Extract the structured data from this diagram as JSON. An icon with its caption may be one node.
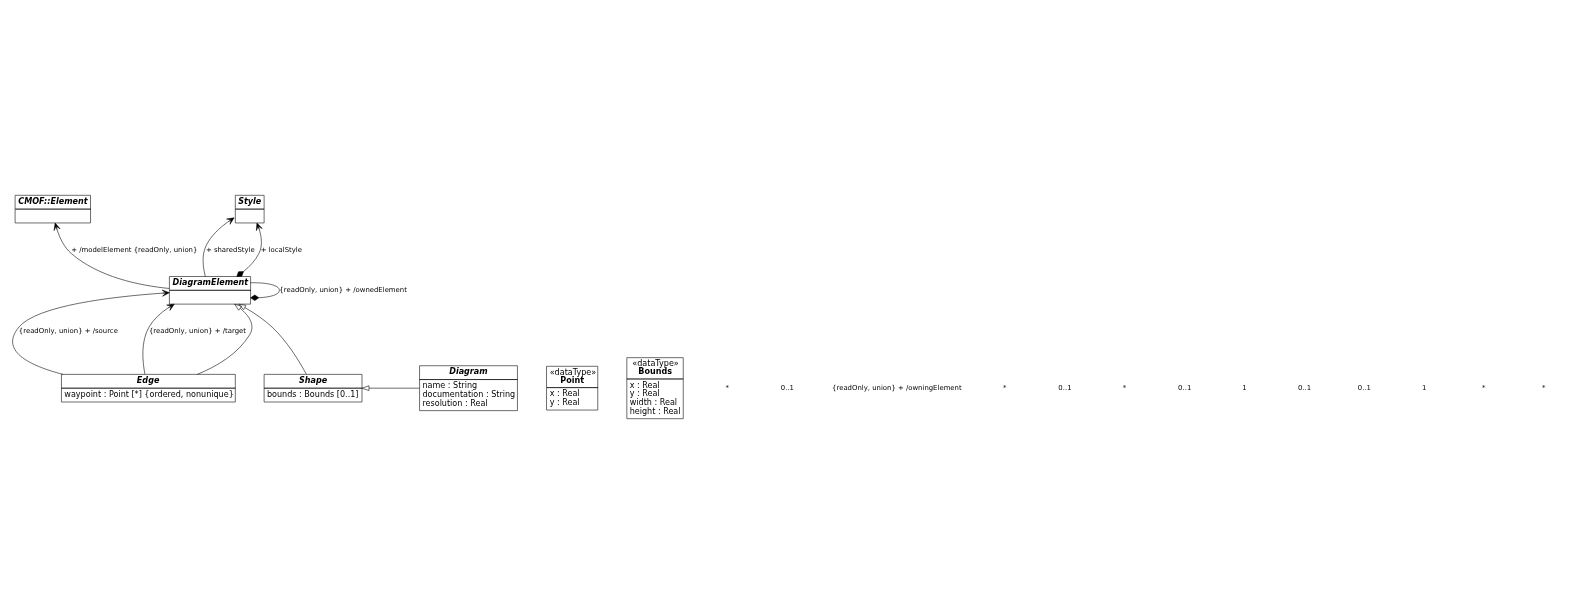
{
  "diagram": {
    "nodes": [
      {
        "text": [
          "DiagramElement"
        ]
      },
      {
        "text": [
          "CMOF::Element"
        ]
      },
      {
        "text": [
          "«dataType»",
          "Point",
          "x : Real",
          "y : Real"
        ]
      },
      {
        "text": [
          "Style"
        ]
      },
      {
        "text": [
          "«dataType»",
          "Bounds",
          "x : Real",
          "y : Real",
          "width : Real",
          "height : Real"
        ]
      },
      {
        "text": [
          "Edge",
          "waypoint : Point [*] {ordered, nonunique}"
        ]
      },
      {
        "text": [
          "Shape",
          "bounds : Bounds [0..1]"
        ]
      },
      {
        "text": [
          "Diagram",
          "name : String",
          "documentation : String",
          "resolution : Real"
        ]
      }
    ],
    "edges": [
      {
        "from": 0,
        "to": 0,
        "arrow": "other",
        "label": "{readOnly, union} + /ownedElement"
      },
      {
        "from": 0,
        "to": 1,
        "arrow": "to",
        "label": "+ /modelElement {readOnly, union}"
      },
      {
        "from": 0,
        "to": 3,
        "arrow": "to",
        "label": "+ sharedStyle"
      },
      {
        "from": 0,
        "to": 3,
        "arrow": "to",
        "label": "+ localStyle"
      },
      {
        "from": 5,
        "to": 0,
        "arrow": "to",
        "label": "{readOnly, union} + /source"
      },
      {
        "from": 5,
        "to": 0,
        "arrow": "to",
        "label": "{readOnly, union} + /target"
      },
      {
        "from": 5,
        "to": 0,
        "arrow": "to"
      },
      {
        "from": 6,
        "to": 0,
        "arrow": "to"
      },
      {
        "from": 7,
        "to": 6,
        "arrow": "to"
      }
    ],
    "labels": [
      "*",
      "0..1",
      "{readOnly, union} + /owningElement",
      "*",
      "0..1",
      "*",
      "0..1",
      "1",
      "0..1",
      "0..1",
      "1",
      "*",
      "*"
    ]
  }
}
